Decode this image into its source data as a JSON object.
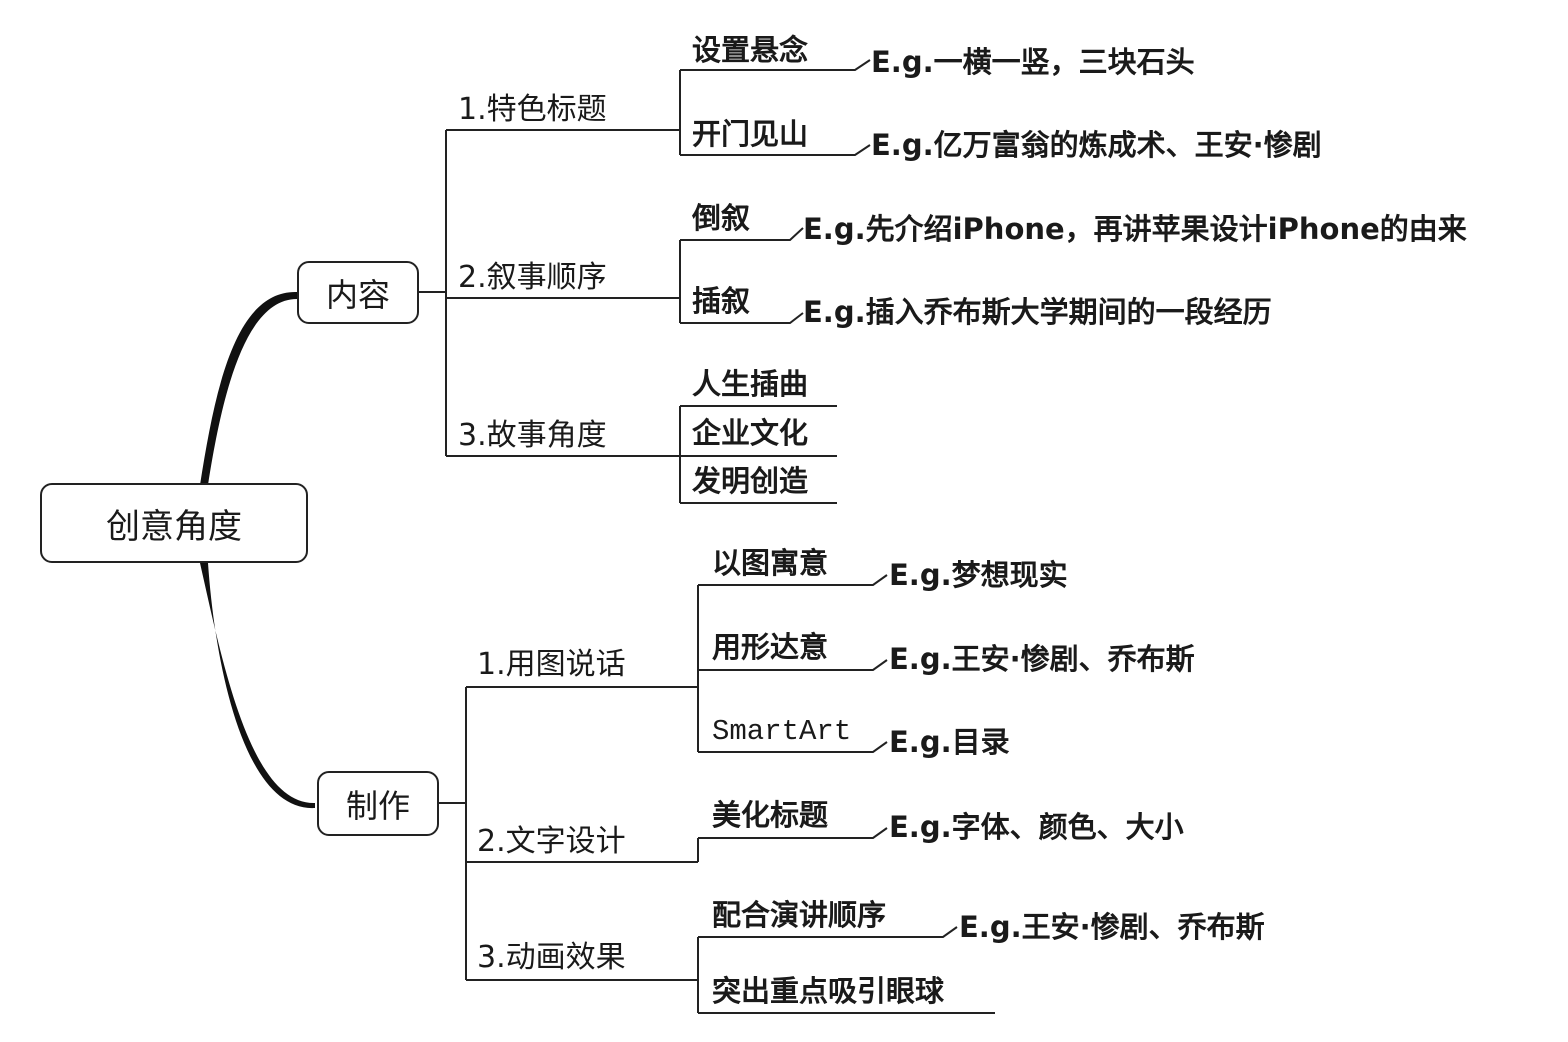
{
  "root": {
    "label": "创意角度"
  },
  "content": {
    "label": "内容",
    "featured_title": {
      "label": "1.特色标题",
      "suspense": {
        "label": "设置悬念",
        "example": "E.g.一横一竖，三块石头"
      },
      "straight": {
        "label": "开门见山",
        "example": "E.g.亿万富翁的炼成术、王安·惨剧"
      }
    },
    "narrative_order": {
      "label": "2.叙事顺序",
      "flashback": {
        "label": "倒叙",
        "example": "E.g.先介绍iPhone，再讲苹果设计iPhone的由来"
      },
      "interpolation": {
        "label": "插叙",
        "example": "E.g.插入乔布斯大学期间的一段经历"
      }
    },
    "story_angle": {
      "label": "3.故事角度",
      "items": [
        "人生插曲",
        "企业文化",
        "发明创造"
      ]
    }
  },
  "production": {
    "label": "制作",
    "pictures": {
      "label": "1.用图说话",
      "metaphor": {
        "label": "以图寓意",
        "example": "E.g.梦想现实"
      },
      "shape": {
        "label": "用形达意",
        "example": "E.g.王安·惨剧、乔布斯"
      },
      "smartart": {
        "label": "SmartArt",
        "example": "E.g.目录"
      }
    },
    "text_design": {
      "label": "2.文字设计",
      "beautify": {
        "label": "美化标题",
        "example": "E.g.字体、颜色、大小"
      }
    },
    "animation": {
      "label": "3.动画效果",
      "speech_order": {
        "label": "配合演讲顺序",
        "example": "E.g.王安·惨剧、乔布斯"
      },
      "highlight": {
        "label": "突出重点吸引眼球"
      }
    }
  }
}
